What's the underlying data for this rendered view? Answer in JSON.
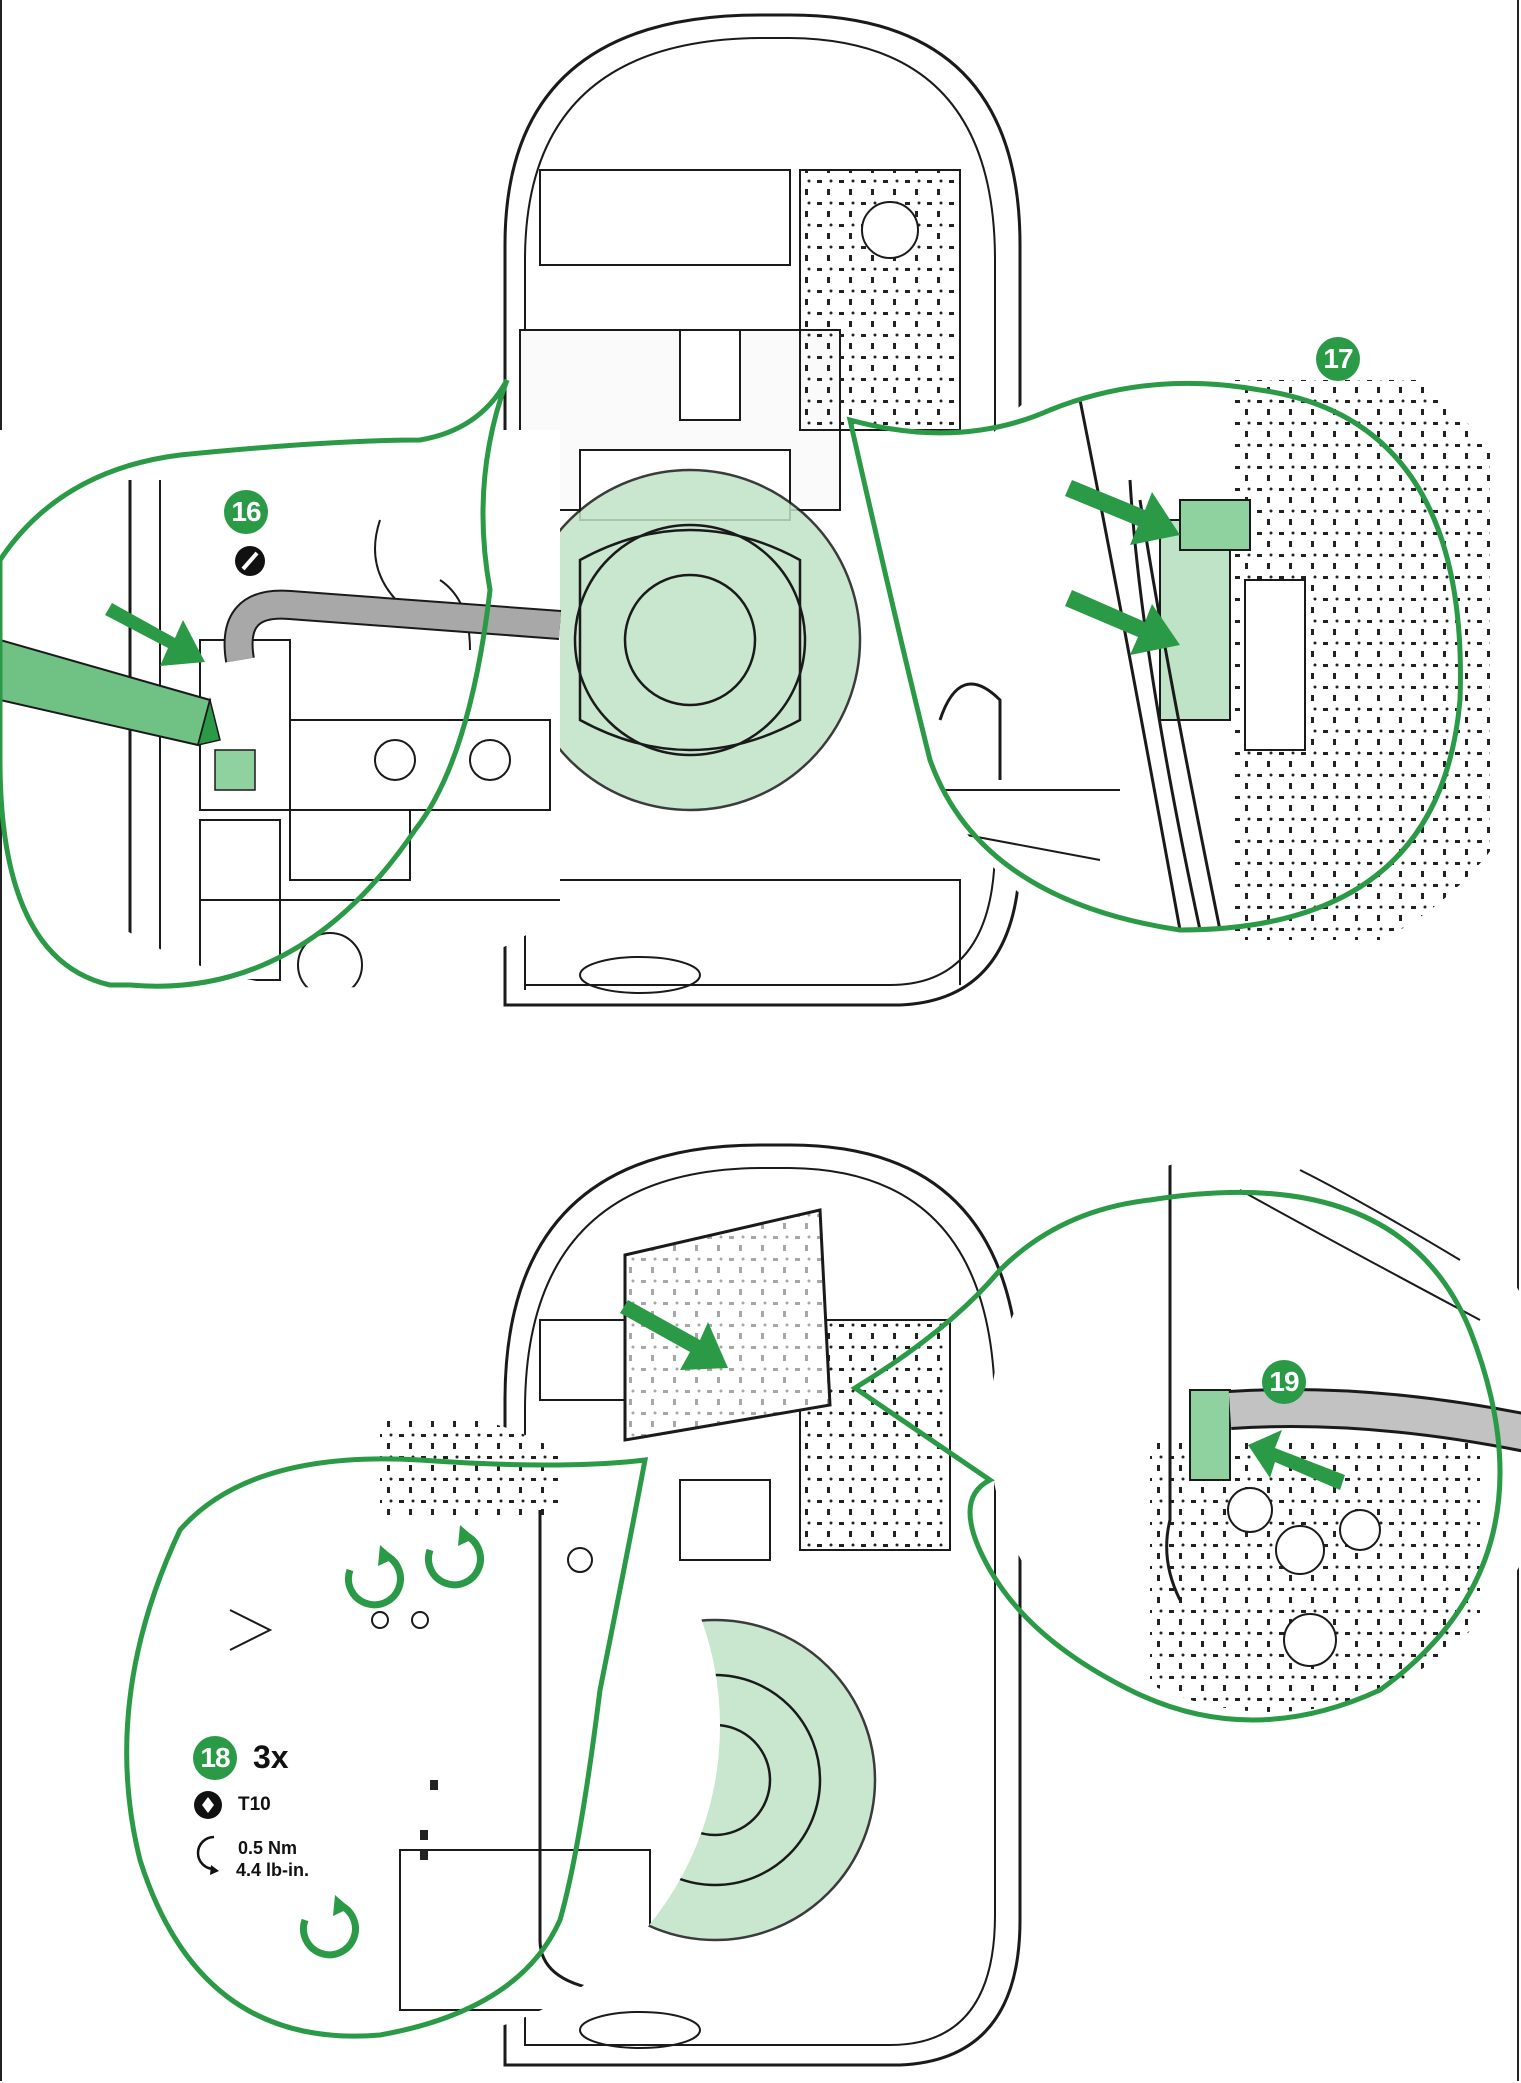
{
  "steps": {
    "s16": {
      "number": "16",
      "tool_icon": "flat-screwdriver-icon"
    },
    "s17": {
      "number": "17"
    },
    "s18": {
      "number": "18",
      "quantity": "3x",
      "bit_icon": "torx-icon",
      "bit": "T10",
      "torque_icon": "torque-rotation-icon",
      "torque_nm": "0.5 Nm",
      "torque_lbin": "4.4 lb-in."
    },
    "s19": {
      "number": "19"
    }
  },
  "colors": {
    "accent": "#2a9a47",
    "accent_light": "#bfe3c6",
    "line": "#1a1a1a"
  }
}
